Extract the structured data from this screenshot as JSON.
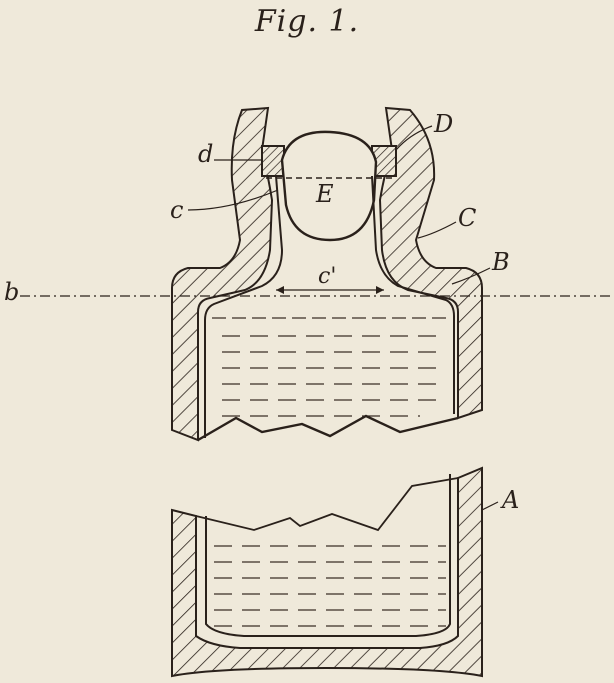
{
  "figure": {
    "title": "Fig. 1.",
    "labels": {
      "A": "A",
      "B": "B",
      "C": "C",
      "D": "D",
      "E": "E",
      "b": "b",
      "c": "c",
      "c_prime": "c'",
      "d": "d"
    }
  },
  "colors": {
    "paper": "#efe9da",
    "ink": "#2a211b",
    "liquid_line": "#3b2e26"
  }
}
